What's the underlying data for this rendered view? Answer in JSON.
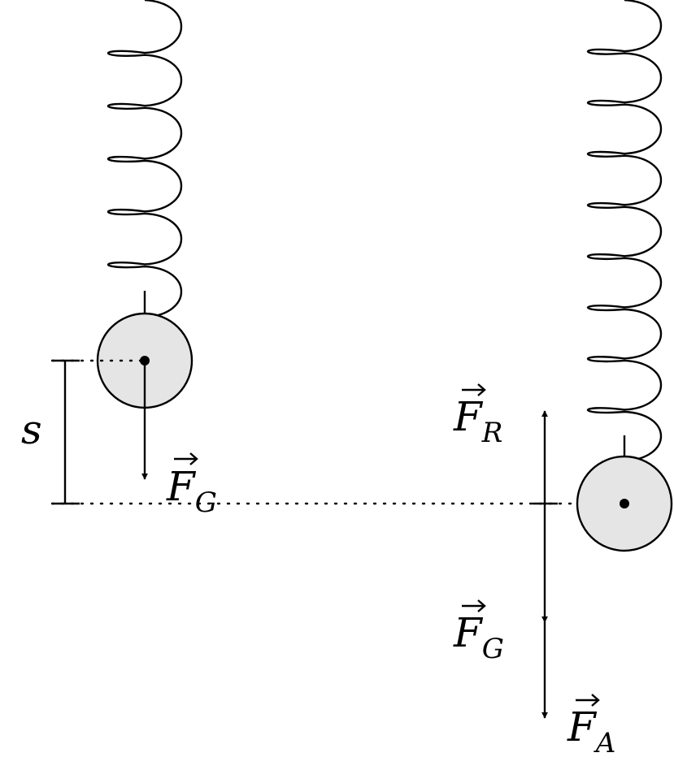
{
  "labels": {
    "displacement": "s",
    "left_gravity": {
      "base": "F",
      "sub": "G"
    },
    "right_restoring": {
      "base": "F",
      "sub": "R"
    },
    "right_gravity": {
      "base": "F",
      "sub": "G"
    },
    "right_resultant": {
      "base": "F",
      "sub": "A"
    }
  },
  "colors": {
    "stroke": "#000000",
    "mass_fill": "#e5e5e5",
    "background": "#ffffff"
  }
}
